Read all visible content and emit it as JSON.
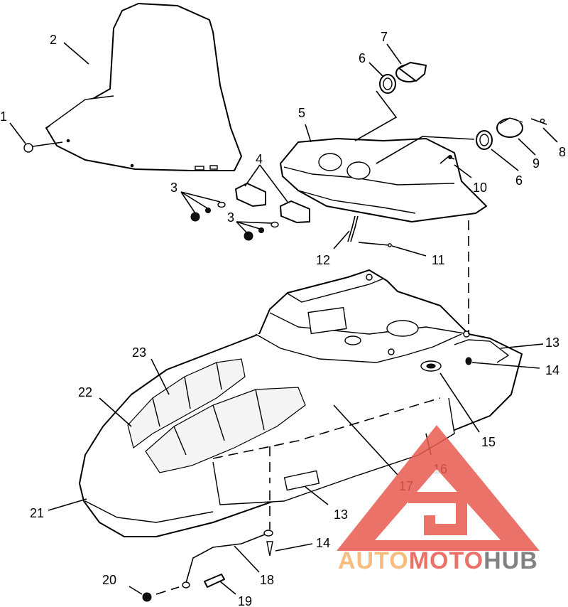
{
  "diagram": {
    "callouts": [
      "1",
      "2",
      "3",
      "3",
      "4",
      "5",
      "6",
      "6",
      "7",
      "8",
      "9",
      "10",
      "11",
      "12",
      "13",
      "13",
      "14",
      "14",
      "15",
      "16",
      "17",
      "18",
      "19",
      "20",
      "21",
      "22",
      "23"
    ]
  },
  "watermark": {
    "part1": "AUTO",
    "part2": "MOTO",
    "part3": "HUB",
    "color_orange": "#f6b26b",
    "color_red": "#e85a4f",
    "color_grey": "#6d6d6d"
  }
}
